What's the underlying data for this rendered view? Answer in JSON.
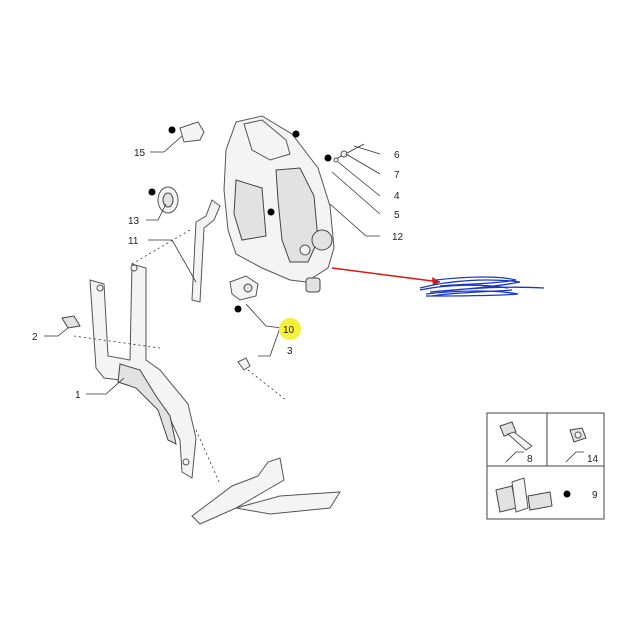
{
  "diagram": {
    "callouts": [
      {
        "id": "c15",
        "text": "15",
        "dot": true
      },
      {
        "id": "c13",
        "text": "13",
        "dot": true
      },
      {
        "id": "c11",
        "text": "11",
        "dot": false
      },
      {
        "id": "c2",
        "text": "2",
        "dot": false
      },
      {
        "id": "c1",
        "text": "1",
        "dot": false
      },
      {
        "id": "c10",
        "text": "10",
        "dot": true,
        "highlight": true
      },
      {
        "id": "c3",
        "text": "3",
        "dot": false
      },
      {
        "id": "c6",
        "text": "6",
        "dot": false
      },
      {
        "id": "c7",
        "text": "7",
        "dot": false
      },
      {
        "id": "c4",
        "text": "4",
        "dot": false
      },
      {
        "id": "c5",
        "text": "5",
        "dot": false
      },
      {
        "id": "c12",
        "text": "12",
        "dot": true
      }
    ],
    "legend": {
      "bolt_label": "8",
      "nut_label": "14",
      "kit_label": "9"
    },
    "colors": {
      "highlight": "#f7f03a",
      "arrow": "#d81818",
      "scribble": "#1836c8"
    }
  }
}
